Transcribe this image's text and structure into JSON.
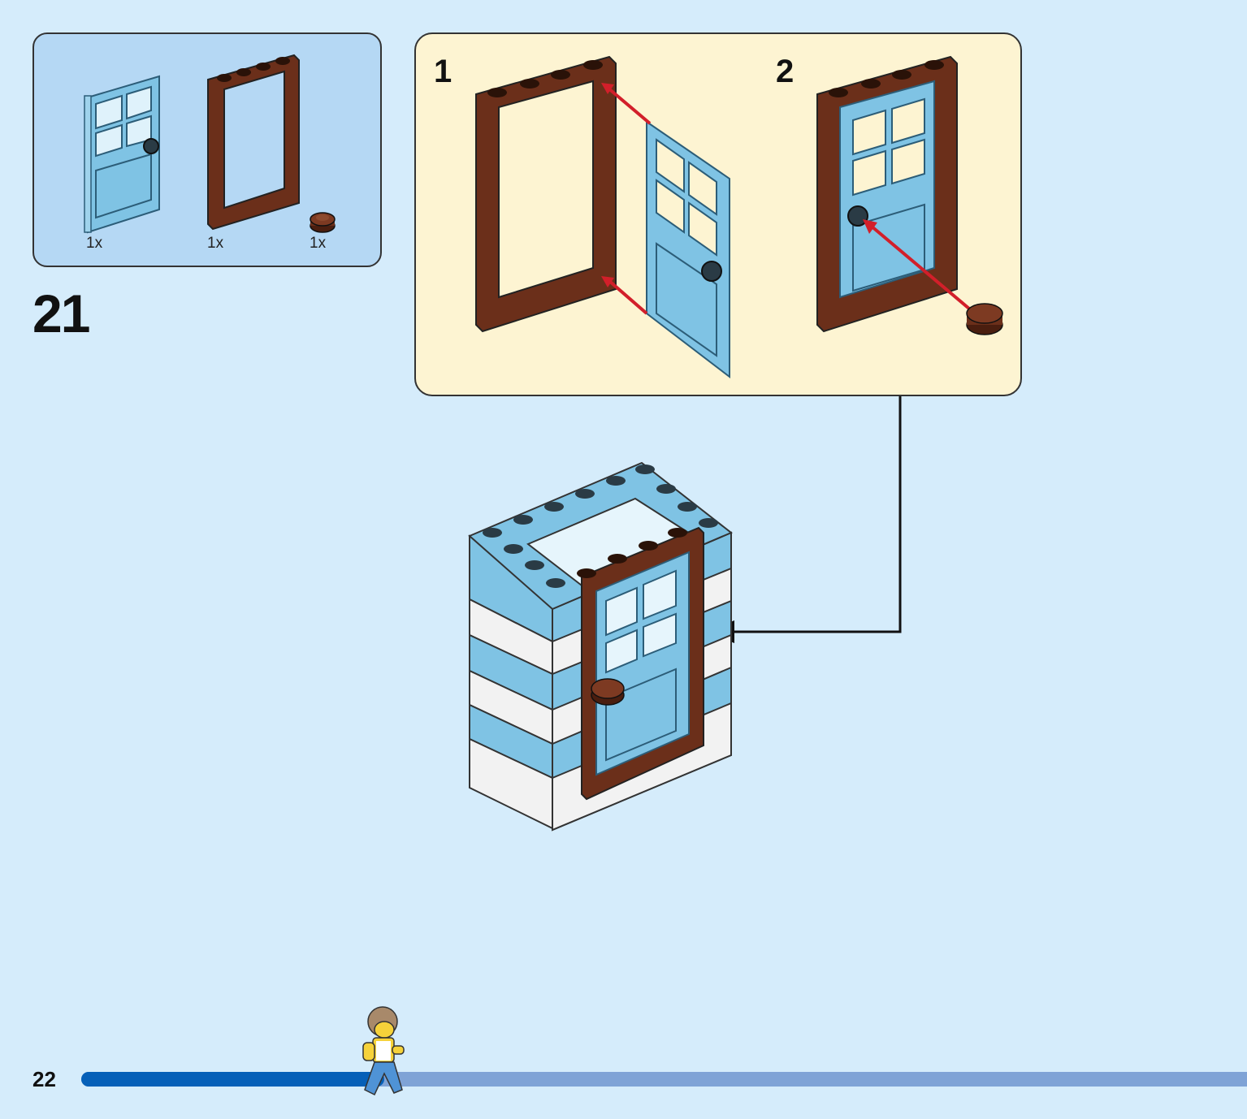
{
  "page_number": "22",
  "step_number": "21",
  "parts": [
    {
      "name": "door",
      "qty": "1x",
      "color": "#7fc3e4"
    },
    {
      "name": "door-frame",
      "qty": "1x",
      "color": "#6b2f1a"
    },
    {
      "name": "round-plate",
      "qty": "1x",
      "color": "#6b2f1a"
    }
  ],
  "substeps": [
    {
      "number": "1"
    },
    {
      "number": "2"
    }
  ],
  "progress": {
    "fraction": 0.26
  },
  "colors": {
    "page_background": "#d5ecfb",
    "parts_box": "#b5d8f4",
    "substep_box": "#fdf4d2",
    "brick_blue": "#7fc3e4",
    "brick_white": "#f2f2f2",
    "reddish_brown": "#6b2f1a",
    "arrow_red": "#d21f2a",
    "progress_fill": "#0660b8",
    "progress_track": "#7fa3d6"
  }
}
